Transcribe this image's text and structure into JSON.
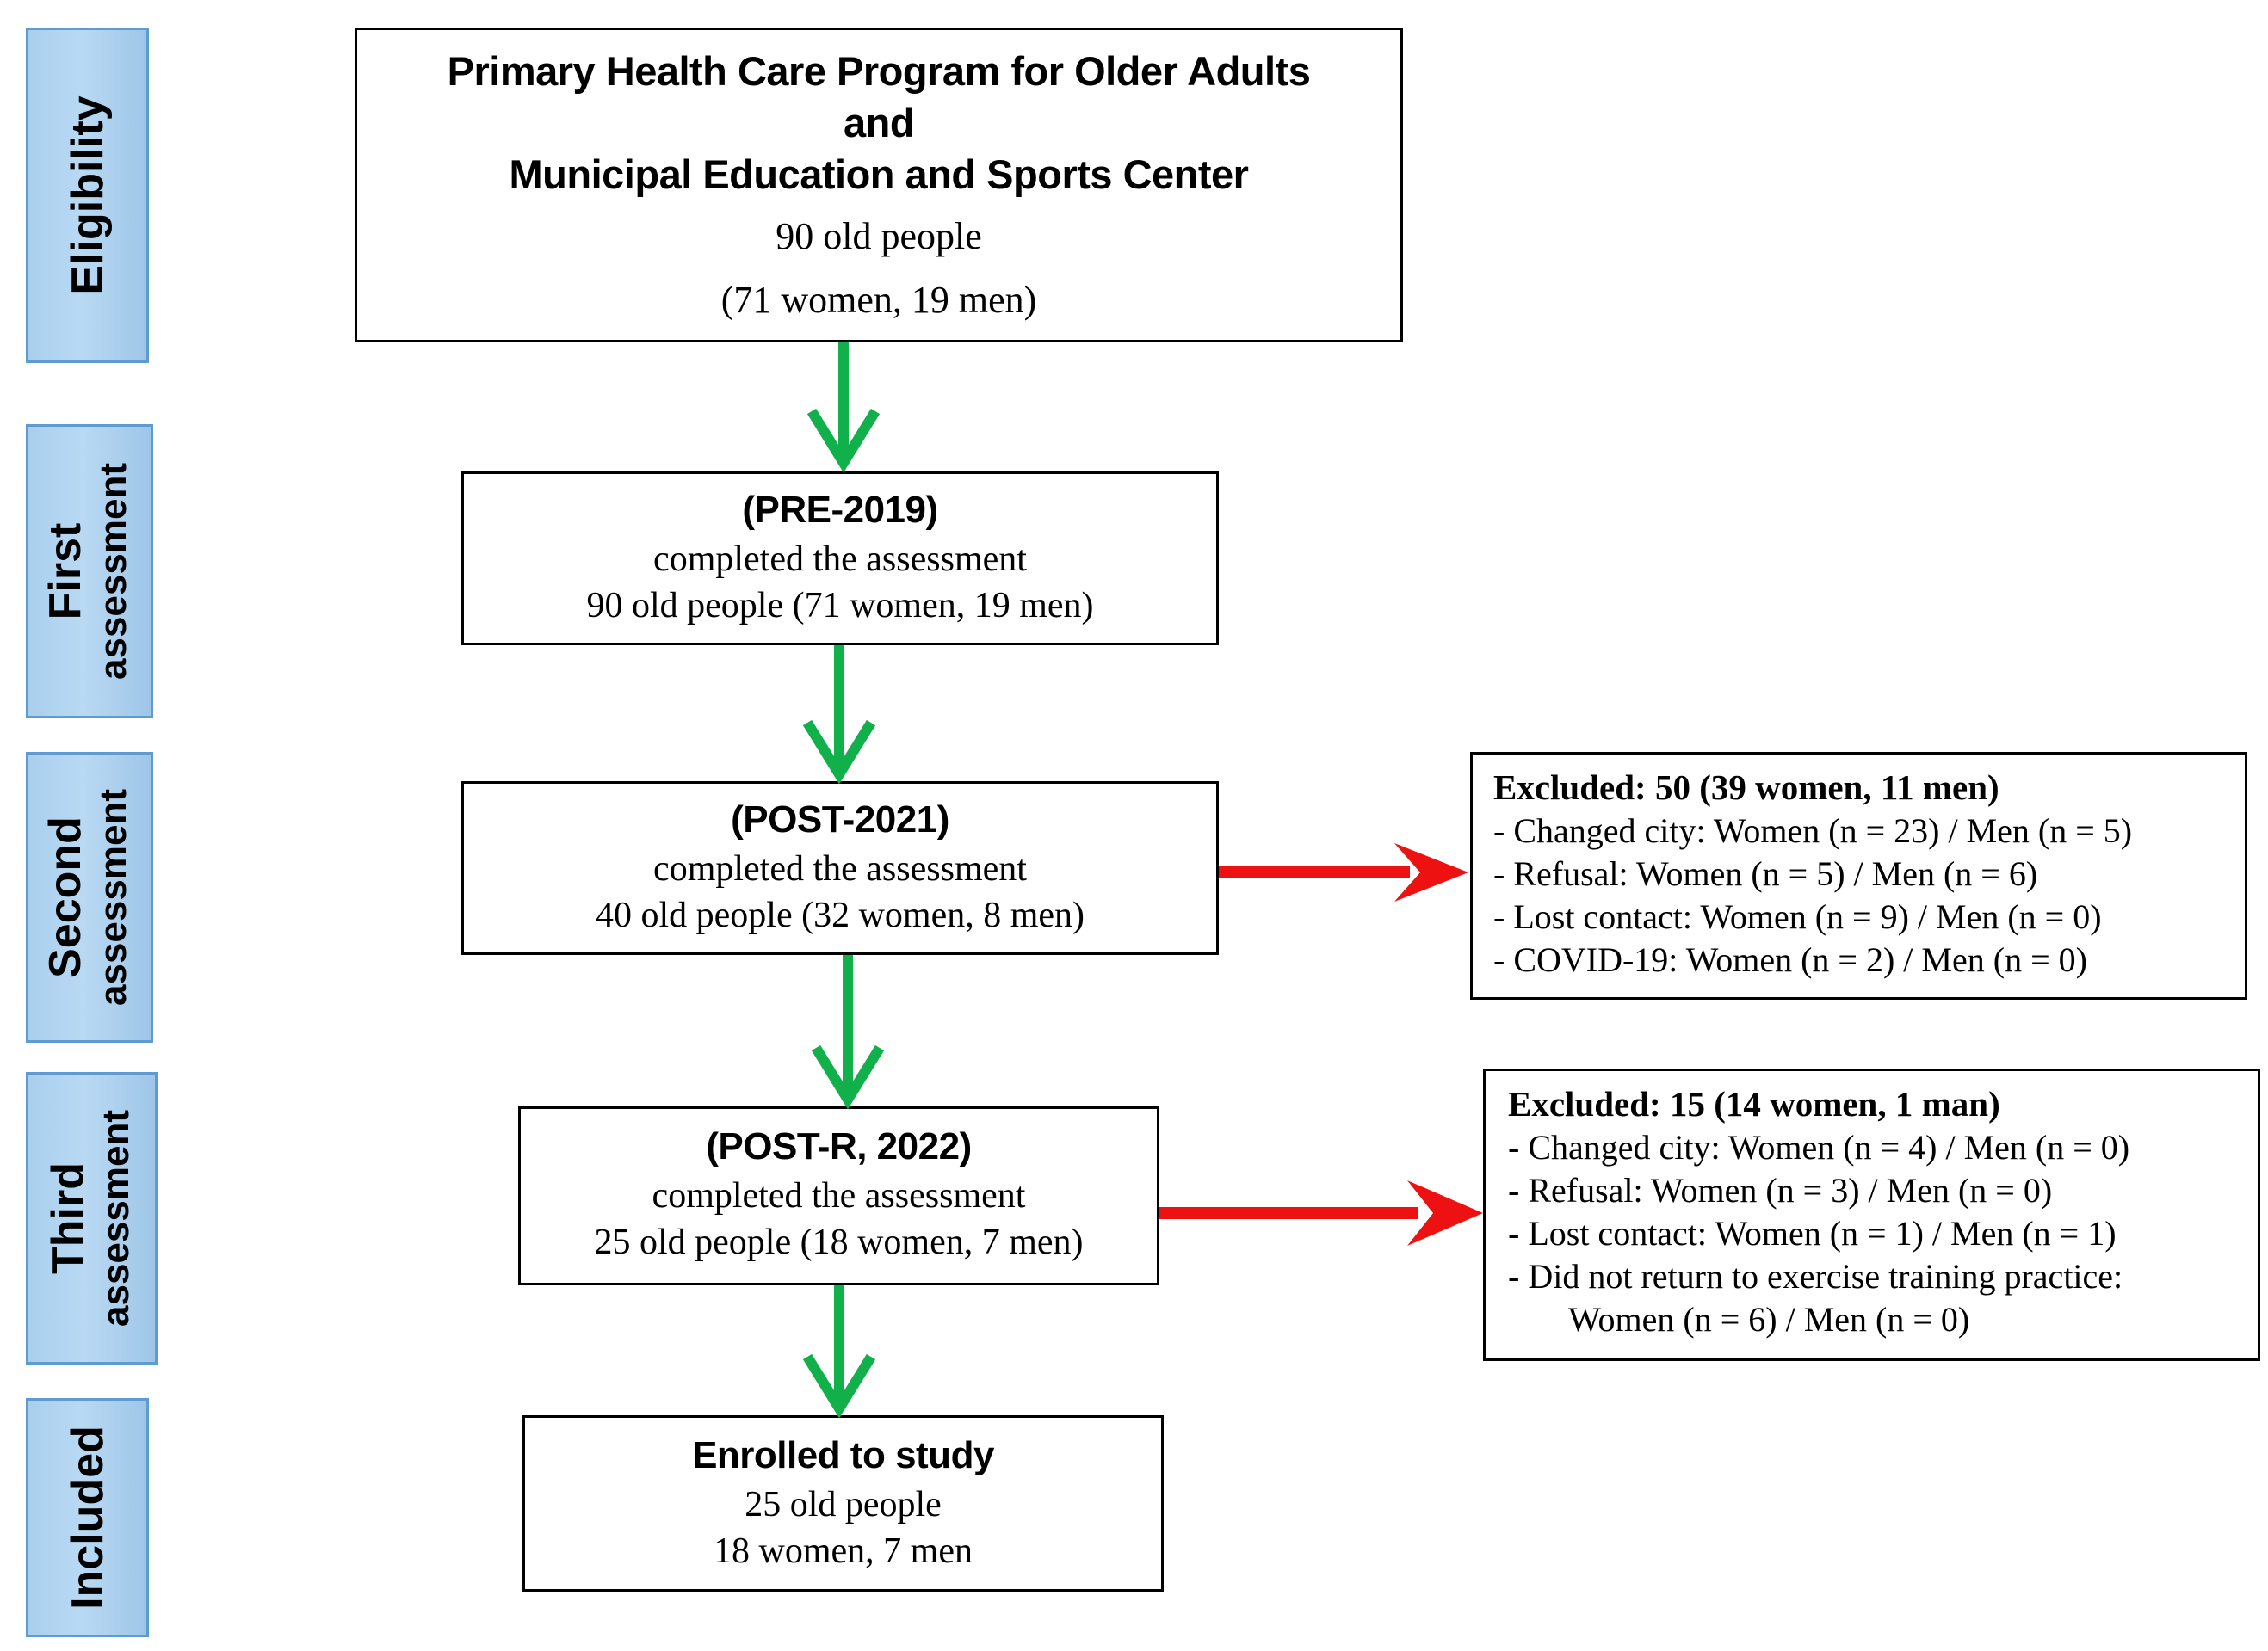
{
  "stages": {
    "eligibility": [
      "Eligibility"
    ],
    "first": [
      "First",
      "assessment"
    ],
    "second": [
      "Second",
      "assessment"
    ],
    "third": [
      "Third",
      "assessment"
    ],
    "included": [
      "Included"
    ]
  },
  "eligibility_box": {
    "title_line1": "Primary Health Care Program for Older Adults",
    "title_line2": "and",
    "title_line3": "Municipal Education and Sports Center",
    "count": "90 old people",
    "detail": "(71 women, 19 men)"
  },
  "first_box": {
    "title": "(PRE-2019)",
    "line1": "completed the assessment",
    "line2": "90 old people (71 women, 19 men)"
  },
  "second_box": {
    "title": "(POST-2021)",
    "line1": "completed the assessment",
    "line2": "40 old people (32 women, 8 men)"
  },
  "third_box": {
    "title": "(POST-R, 2022)",
    "line1": "completed the assessment",
    "line2": "25 old people (18 women, 7 men)"
  },
  "included_box": {
    "title": "Enrolled to study",
    "line1": "25 old people",
    "line2": "18 women, 7 men"
  },
  "excluded_second": {
    "header": "Excluded:  50 (39 women,  11 men)",
    "items": [
      "- Changed  city: Women (n = 23) / Men (n = 5)",
      "- Refusal:  Women (n = 5) / Men (n = 6)",
      "- Lost contact: Women (n = 9) / Men (n = 0)",
      "- COVID-19:  Women (n = 2) / Men (n = 0)"
    ]
  },
  "excluded_third": {
    "header": "Excluded:  15 (14 women,  1 man)",
    "items": [
      "- Changed  city: Women (n = 4) / Men (n = 0)",
      "- Refusal:  Women (n = 3) / Men (n = 0)",
      "- Lost contact: Women (n = 1) / Men (n = 1)",
      "- Did not return to exercise training practice:",
      "Women (n = 6) / Men (n = 0)"
    ]
  },
  "colors": {
    "stage_fill": "#b9d9f3",
    "stage_border": "#5d9bd0",
    "flow_arrow": "#12b04a",
    "exclusion_arrow": "#ee1111"
  }
}
